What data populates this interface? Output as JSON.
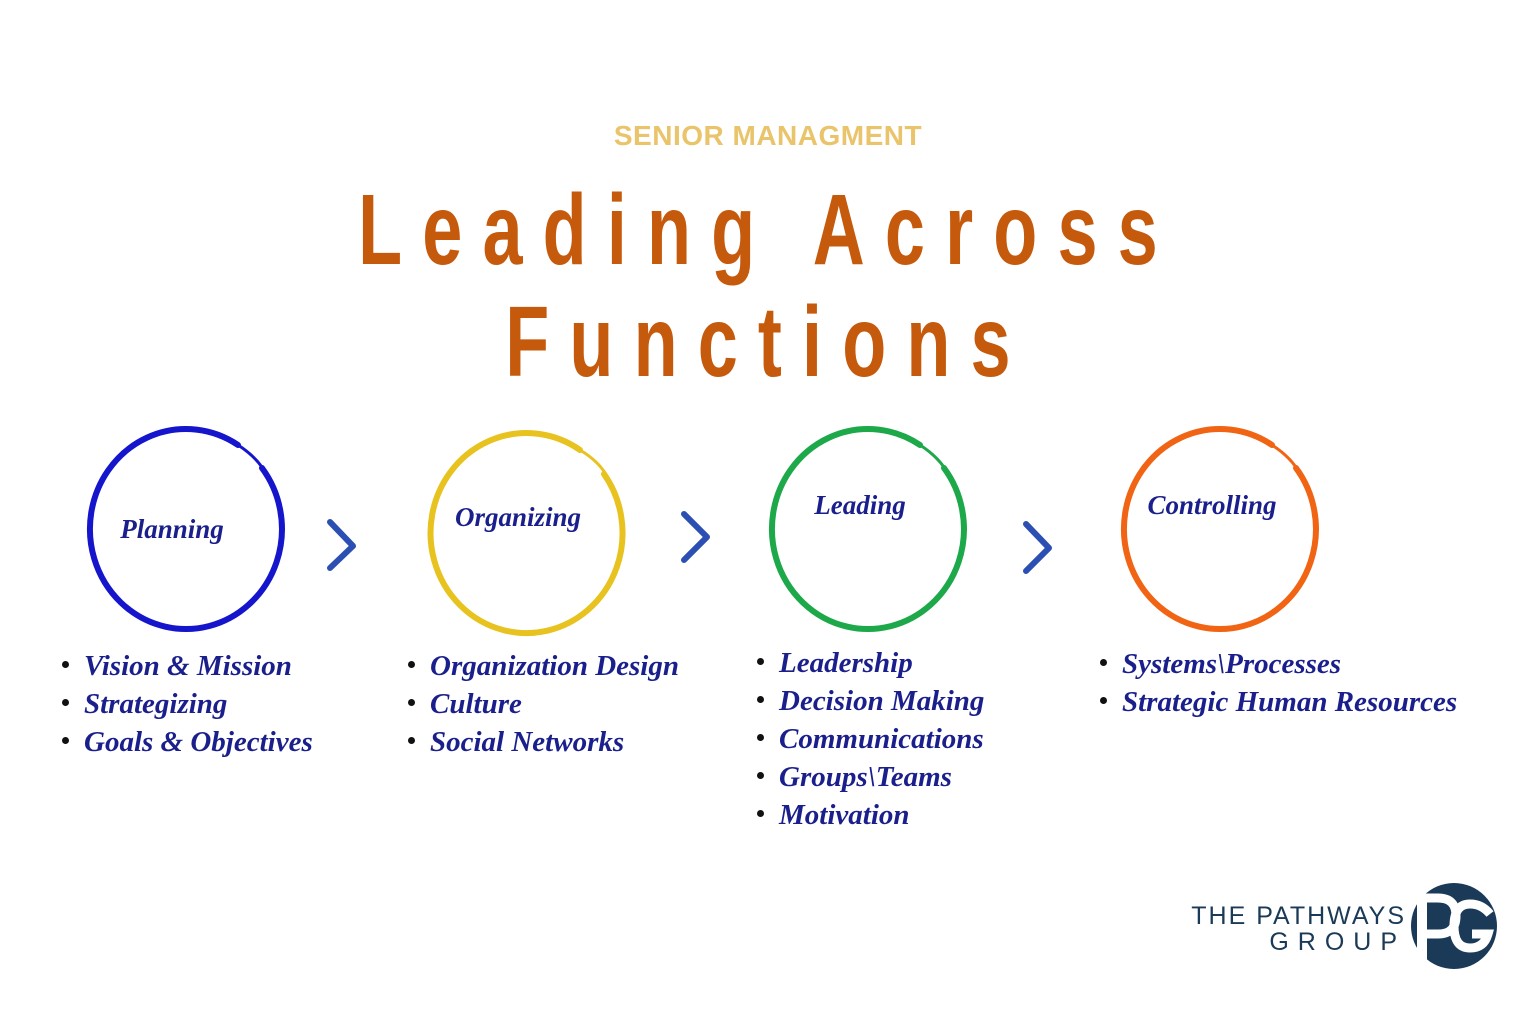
{
  "header": {
    "eyebrow": "SENIOR MANAGMENT",
    "title_line1": "Leading Across",
    "title_line2": "Functions"
  },
  "colors": {
    "eyebrow": "#E9C46A",
    "title": "#C65A0C",
    "text": "#1A1F8C",
    "arrow": "#2B4FB3"
  },
  "stages": [
    {
      "label": "Planning",
      "color": "#1515CC",
      "items": [
        "Vision & Mission",
        "Strategizing",
        "Goals & Objectives"
      ]
    },
    {
      "label": "Organizing",
      "color": "#E8C21E",
      "items": [
        "Organization Design",
        "Culture",
        "Social Networks"
      ]
    },
    {
      "label": "Leading",
      "color": "#1DA84A",
      "items": [
        "Leadership",
        "Decision Making",
        "Communications",
        "Groups\\Teams",
        "Motivation"
      ]
    },
    {
      "label": "Controlling",
      "color": "#F06414",
      "items": [
        "Systems\\Processes",
        "Strategic Human Resources"
      ]
    }
  ],
  "logo": {
    "line1": "THE PATHWAYS",
    "line2": "GROUP",
    "mark_color": "#1B3A57",
    "mark_letters": "PG"
  }
}
